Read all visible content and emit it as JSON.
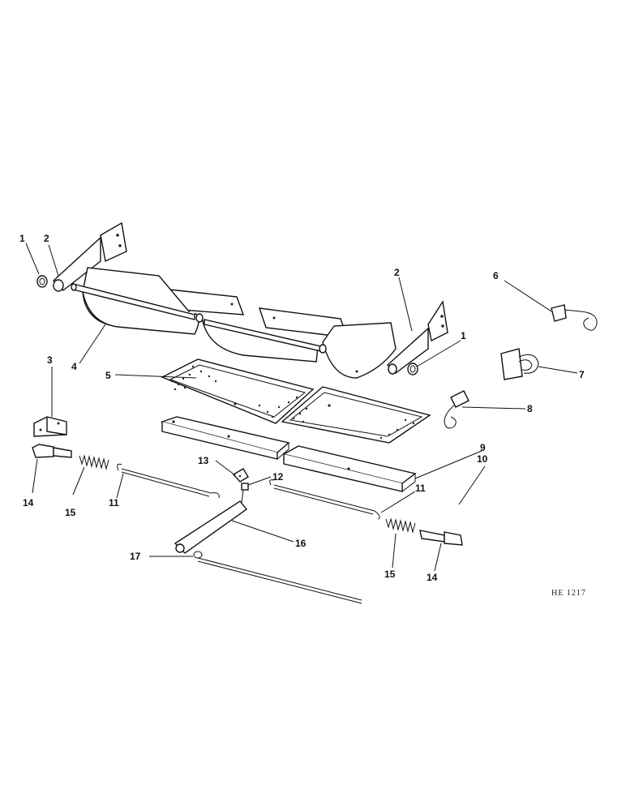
{
  "diagram": {
    "reference_code": "HE 1217",
    "callouts": [
      {
        "id": "c1a",
        "text": "1"
      },
      {
        "id": "c2a",
        "text": "2"
      },
      {
        "id": "c2b",
        "text": "2"
      },
      {
        "id": "c1b",
        "text": "1"
      },
      {
        "id": "c6",
        "text": "6"
      },
      {
        "id": "c3",
        "text": "3"
      },
      {
        "id": "c4",
        "text": "4"
      },
      {
        "id": "c5",
        "text": "5"
      },
      {
        "id": "c7",
        "text": "7"
      },
      {
        "id": "c8",
        "text": "8"
      },
      {
        "id": "c9",
        "text": "9"
      },
      {
        "id": "c10",
        "text": "10"
      },
      {
        "id": "c13",
        "text": "13"
      },
      {
        "id": "c12",
        "text": "12"
      },
      {
        "id": "c11c",
        "text": "11"
      },
      {
        "id": "c14a",
        "text": "14"
      },
      {
        "id": "c15a",
        "text": "15"
      },
      {
        "id": "c11a",
        "text": "11"
      },
      {
        "id": "c16",
        "text": "16"
      },
      {
        "id": "c17",
        "text": "17"
      },
      {
        "id": "c15b",
        "text": "15"
      },
      {
        "id": "c14b",
        "text": "14"
      }
    ]
  }
}
